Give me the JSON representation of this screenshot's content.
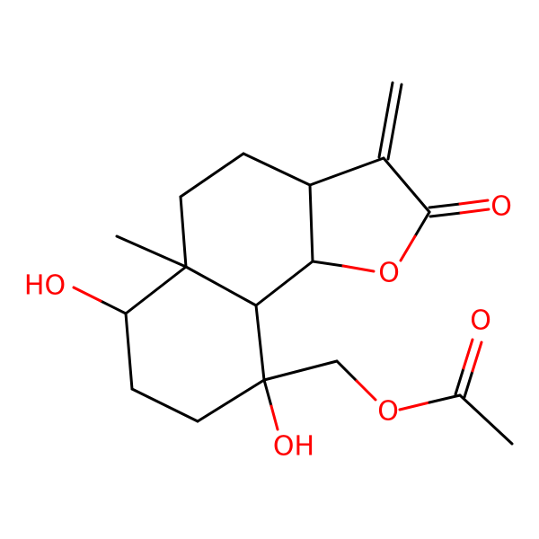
{
  "colors": {
    "background": "#ffffff",
    "carbon_bond": "#000000",
    "oxygen": "#ff0000"
  },
  "molecule": {
    "atom_labels": {
      "oh_left": "HO",
      "o_ring": "O",
      "o_ketone": "O",
      "o_acetyl_top": "O",
      "o_ester": "O",
      "oh_bottom": "OH"
    }
  }
}
